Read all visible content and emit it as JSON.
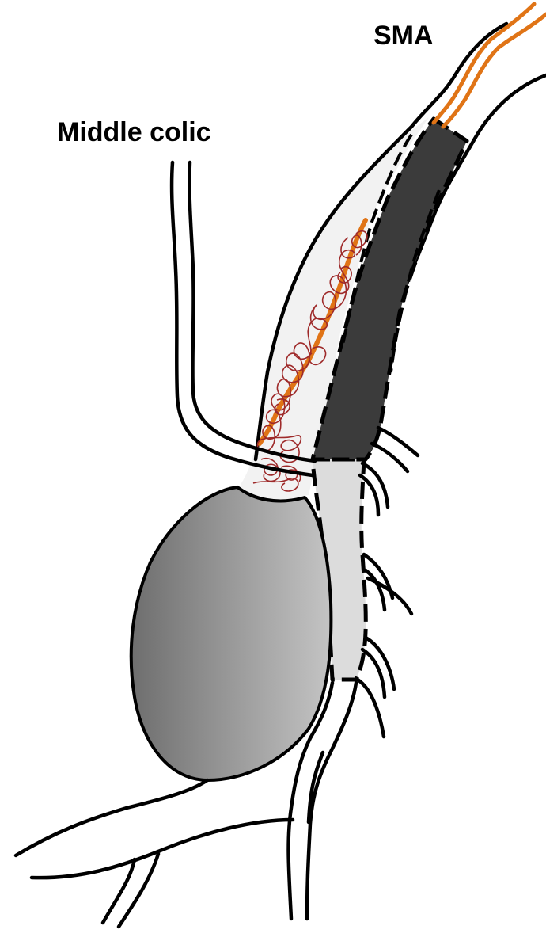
{
  "labels": {
    "sma": "SMA",
    "middle_colic": "Middle colic"
  },
  "colors": {
    "vessel_outline": "#000000",
    "nerve_orange": "#e07416",
    "tumor_scribble": "#9e2a2a",
    "resected_segment_dark": "#3a3a3a",
    "dissected_segment_light": "#dcdcdc",
    "mass_gradient_dark": "#6e6e6e",
    "mass_gradient_light": "#bdbdbd",
    "mesenteric_sheath_fill": "#ececec"
  },
  "elements": [
    "superior-mesenteric-vein",
    "superior-mesenteric-artery",
    "middle-colic-vessel",
    "resected-vein-segment",
    "dissected-vein-segment",
    "tumor-infiltration",
    "nerve-plexus",
    "tumor-mass",
    "branch-vessels"
  ]
}
